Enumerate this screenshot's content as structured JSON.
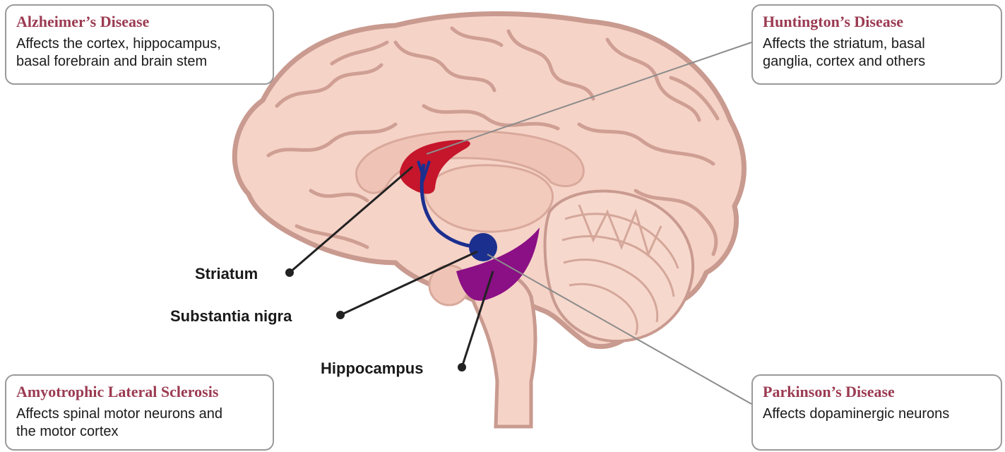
{
  "cards": {
    "alzheimers": {
      "title": "Alzheimer’s Disease",
      "body": "Affects the cortex, hippocampus,\nbasal forebrain and brain stem"
    },
    "huntingtons": {
      "title": "Huntington’s Disease",
      "body": "Affects the striatum, basal\nganglia, cortex and others"
    },
    "als": {
      "title": "Amyotrophic Lateral Sclerosis",
      "body": "Affects spinal motor neurons and\nthe motor cortex"
    },
    "parkinsons": {
      "title": "Parkinson’s Disease",
      "body": "Affects dopaminergic neurons"
    }
  },
  "labels": {
    "striatum": "Striatum",
    "substantia_nigra": "Substantia nigra",
    "hippocampus": "Hippocampus"
  },
  "colors": {
    "title_text": "#9b3b52",
    "card_border": "#9a9a9a",
    "brain_fill": "#f6d3c7",
    "brain_outline": "#c99a8f",
    "inner_structure": "#efc4b6",
    "striatum": "#c5162b",
    "substantia_nigra": "#1b2f8f",
    "hippocampus": "#8b0f85",
    "leader_dark": "#222222",
    "leader_gray": "#8c8c8c"
  }
}
